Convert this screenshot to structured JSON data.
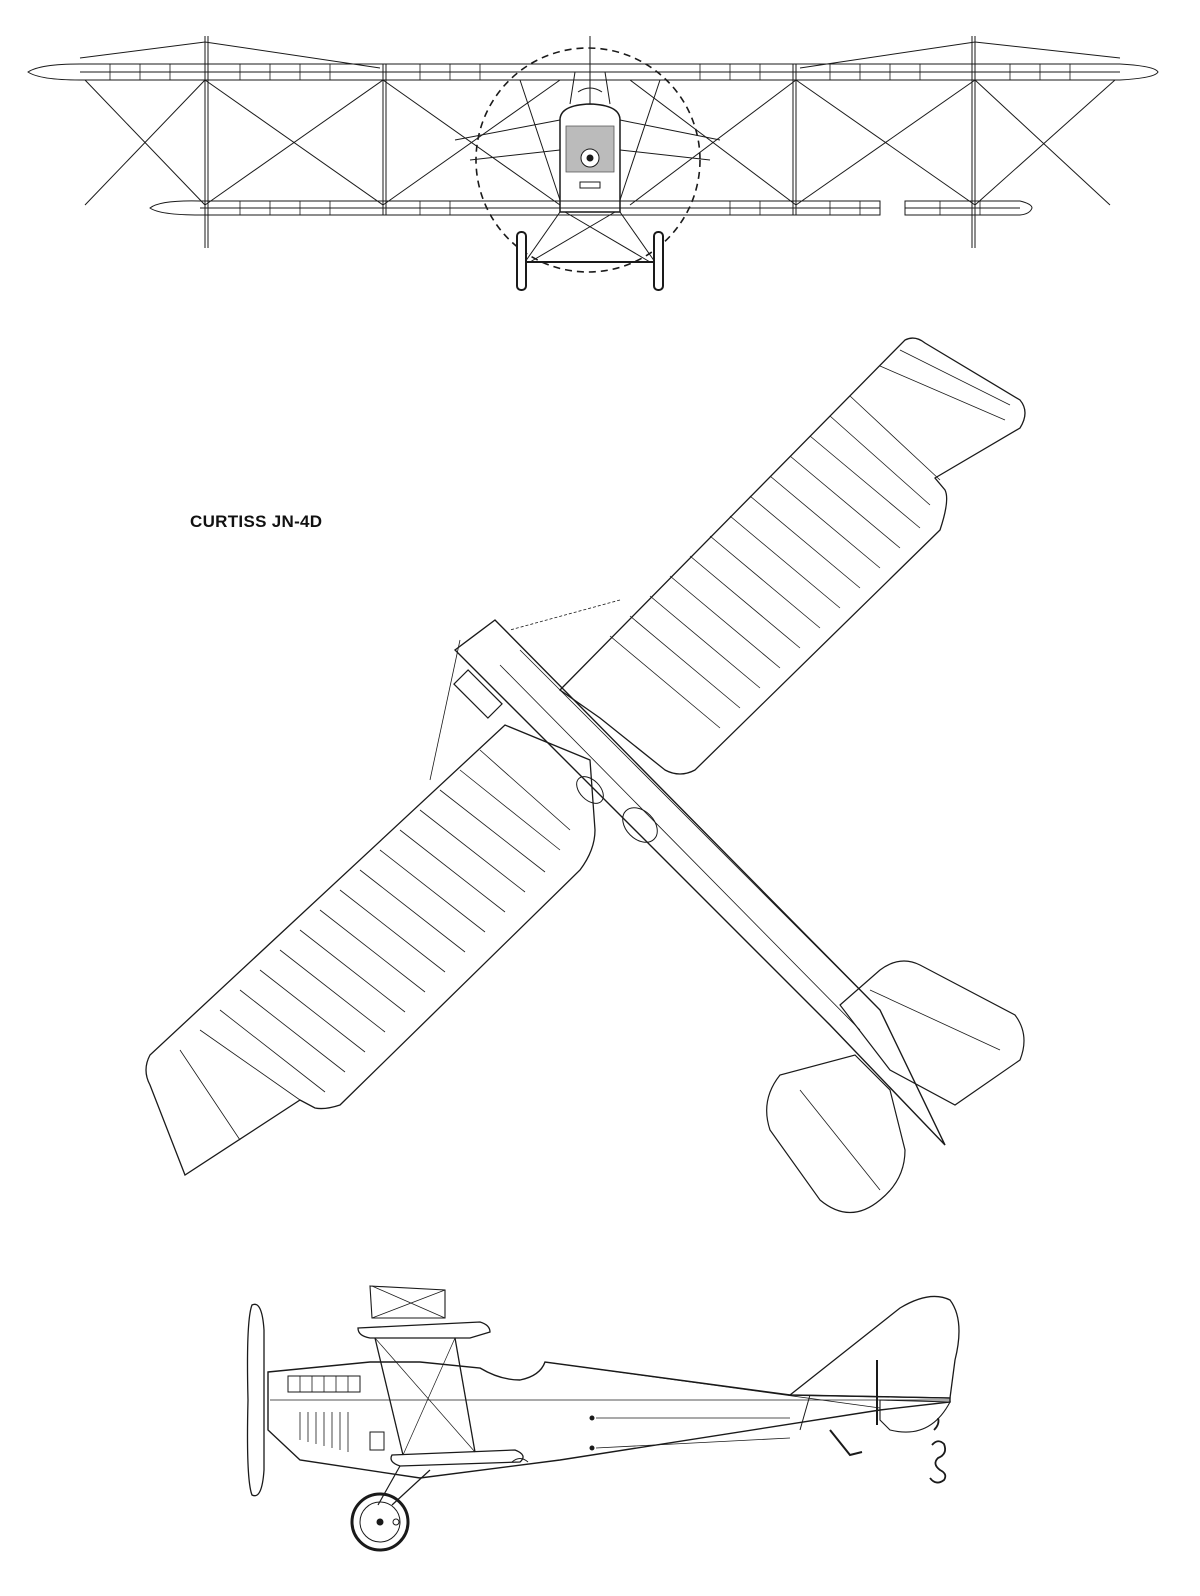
{
  "title": "CURTISS JN-4D",
  "colors": {
    "line": "#1a1a1a",
    "background": "#ffffff",
    "grille": "#9a9a9a"
  },
  "views": [
    "front-view",
    "top-view",
    "side-view"
  ],
  "logo": {
    "name": "artist-signature-logo"
  }
}
